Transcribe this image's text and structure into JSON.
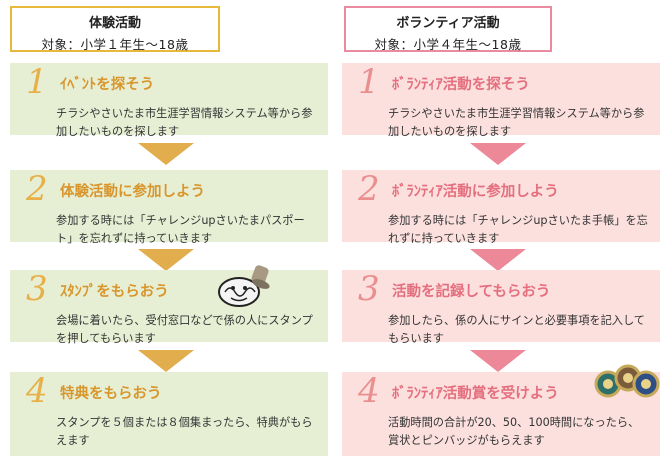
{
  "left": {
    "header": {
      "title": "体験活動",
      "target": "対象：小学１年生～18歳"
    },
    "steps": [
      {
        "num": "1",
        "title": "ｲﾍﾞﾝﾄを探そう",
        "desc": "チラシやさいたま市生涯学習情報システム等から参加したいものを探します"
      },
      {
        "num": "2",
        "title": "体験活動に参加しよう",
        "desc": "参加する時には「チャレンジupさいたまパスポート」を忘れずに持っていきます"
      },
      {
        "num": "3",
        "title": "ｽﾀﾝﾌﾟをもらおう",
        "desc": "会場に着いたら、受付窓口などで係の人にスタンプを押してもらいます"
      },
      {
        "num": "4",
        "title": "特典をもらおう",
        "desc": "スタンプを５個または８個集まったら、特典がもらえます"
      }
    ],
    "colors": {
      "panel": "#e6efd4",
      "accent": "#e8b04a",
      "arrow": "#e2ad4d"
    }
  },
  "right": {
    "header": {
      "title": "ボランティア活動",
      "target": "対象：小学４年生～18歳"
    },
    "steps": [
      {
        "num": "1",
        "title": "ﾎﾞﾗﾝﾃｨｱ活動を探そう",
        "desc": "チラシやさいたま市生涯学習情報システム等から参加したいものを探します"
      },
      {
        "num": "2",
        "title": "ﾎﾞﾗﾝﾃｨｱ活動に参加しよう",
        "desc": "参加する時には「チャレンジupさいたま手帳」を忘れずに持っていきます"
      },
      {
        "num": "3",
        "title": "活動を記録してもらおう",
        "desc": "参加したら、係の人にサインと必要事項を記入してもらいます"
      },
      {
        "num": "4",
        "title": "ﾎﾞﾗﾝﾃｨｱ活動賞を受けよう",
        "desc": "活動時間の合計が20、50、100時間になったら、賞状とピンバッジがもらえます"
      }
    ],
    "colors": {
      "panel": "#fbe0de",
      "accent": "#ea8f8f",
      "arrow": "#ec8898"
    }
  }
}
